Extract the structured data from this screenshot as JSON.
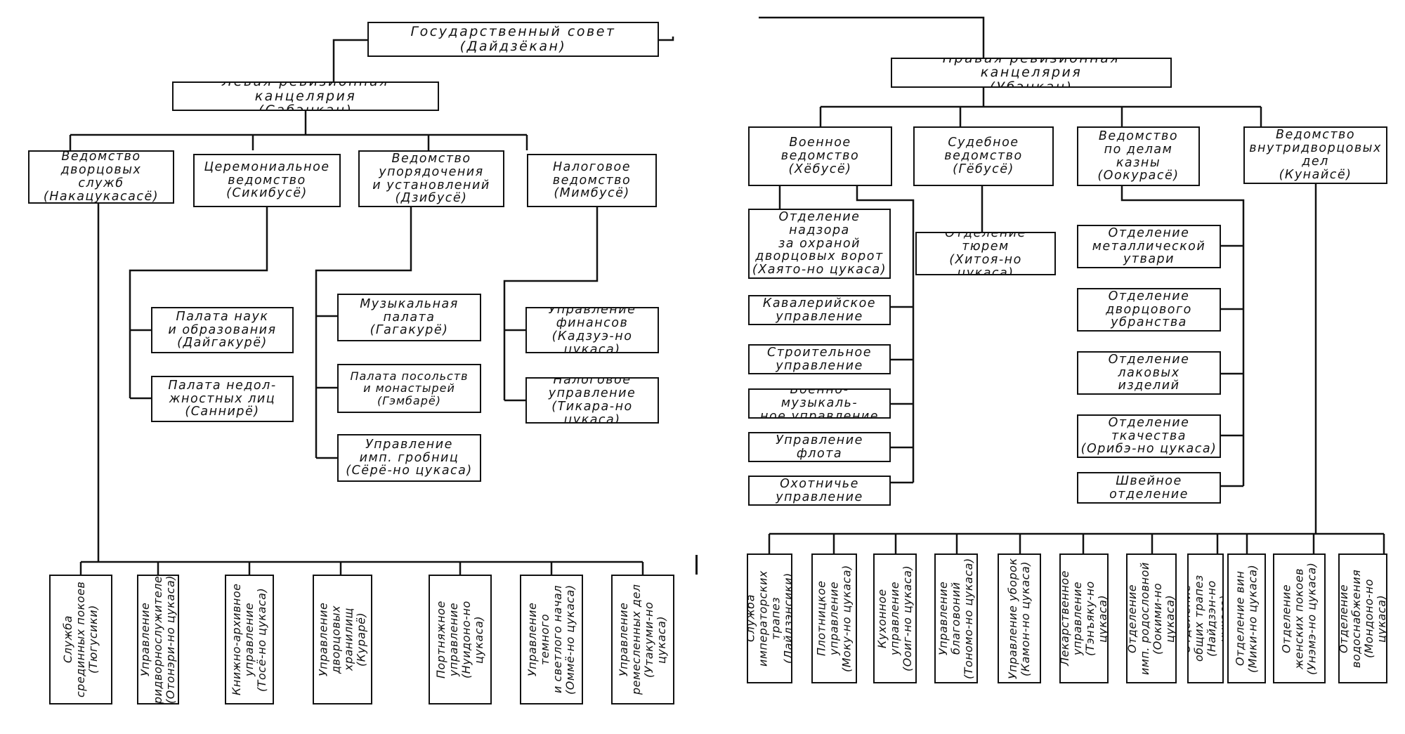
{
  "left": {
    "root": "Государственный совет\n(Дайдзёкан)",
    "chancery": "Левая ревизионная канцелярия\n(Сабэнкан)",
    "ministries": [
      "Ведомство\nдворцовых\nслужб\n(Накацукасасё)",
      "Церемониальное\nведомство\n(Сикибусё)",
      "Ведомство\nупорядочения\nи установлений\n(Дзибусё)",
      "Налоговое\nведомство\n(Мимбусё)"
    ],
    "shikibu_subs": [
      "Палата наук\nи образования\n(Дайгакурё)",
      "Палата недол-\nжностных лиц\n(Саннирё)"
    ],
    "jibu_subs": [
      "Музыкальная\nпалата\n(Гагакурё)",
      "Палата посольств\nи монастырей\n(Гэмбарё)",
      "Управление\nимп. гробниц\n(Сёрё-но цукаса)"
    ],
    "mimbu_subs": [
      "Управление\nфинансов\n(Кадзуэ-но цукаса)",
      "Налоговое\nуправление\n(Тикара-но цукаса)"
    ],
    "bottom": [
      "Служба\nсрединных покоев\n(Тюгусики)",
      "Управление\nпридворнослужителей\n(Отонэри-но цукаса)",
      "Книжно-архивное\nуправление\n(Тосё-но цукаса)",
      "Управление\nдворцовых\nхранилищ\n(Курарё)",
      "Портняжное\nуправление\n(Нуидоно-но цукаса)",
      "Управление темного\nи светлого начал\n(Оммё-но цукаса)",
      "Управление\nремесленных дел\n(Утакуми-но цукаса)"
    ]
  },
  "right": {
    "chancery": "Правая ревизионная канцелярия\n(Убэнкан)",
    "ministries": [
      "Военное\nведомство\n(Хёбусё)",
      "Судебное\nведомство\n(Гёбусё)",
      "Ведомство\nпо делам\nказны\n(Оокурасё)",
      "Ведомство\nвнутридворцовых\nдел\n(Кунайсё)"
    ],
    "hyobu_subs": [
      "Отделение\nнадзора\nза охраной\nдворцовых ворот\n(Хаято-но цукаса)",
      "Кавалерийское\nуправление",
      "Строительное\nуправление",
      "Военно-музыкаль-\nное управление",
      "Управление\nфлота",
      "Охотничье\nуправление"
    ],
    "gyobu_subs": [
      "Отделение\nтюрем\n(Хитоя-но цукаса)"
    ],
    "okura_subs": [
      "Отделение\nметаллической\nутвари",
      "Отделение\nдворцового\nубранства",
      "Отделение\nлаковых\nизделий",
      "Отделение\nткачества\n(Орибэ-но цукаса)",
      "Швейное\nотделение"
    ],
    "bottom": [
      "Служба\nимператорских трапез\n(Дайдзэнсики)",
      "Плотницкое\nуправление\n(Моку-но цукаса)",
      "Кухонное управление\n(Ооиг-но цукаса)",
      "Управление благовоний\n(Тономо-но цукаса)",
      "Управление уборок\n(Камон-но цукаса)",
      "Лекарственное\nуправление\n(Тэнъяку-но цукаса)",
      "Отделение\nимп. родословной\n(Оокими-но цукаса)",
      "Отделение\nобщих трапез\n(Найдзэн-но цукаса)",
      "Отделение вин\n(Мики-но цукаса)",
      "Отделение\nженских покоев\n(Унэмэ-но цукаса)",
      "Отделение\nводоснабжения\n(Мондоно-но цукаса)"
    ]
  }
}
